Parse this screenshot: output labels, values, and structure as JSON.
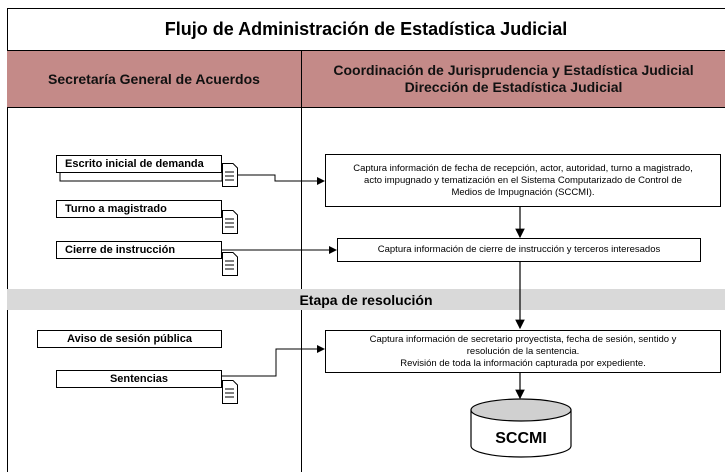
{
  "title": "Flujo de Administración de Estadística Judicial",
  "lanes": {
    "left": "Secretaría General de Acuerdos",
    "right_line1": "Coordinación de Jurisprudencia y Estadística Judicial",
    "right_line2": "Dirección de Estadística Judicial"
  },
  "stage": "Etapa de resolución",
  "documents": {
    "escrito": "Escrito inicial de demanda",
    "turno": "Turno a magistrado",
    "cierre": "Cierre de instrucción",
    "aviso": "Aviso de sesión pública",
    "sentencias": "Sentencias"
  },
  "processes": {
    "p1": {
      "line1": "Captura información de fecha de recepción, actor, autoridad, turno a magistrado,",
      "line2": "acto impugnado y tematización en el Sistema Computarizado de Control de",
      "line3": "Medios de Impugnación (SCCMI)."
    },
    "p2": {
      "line1": "Captura información de cierre de instrucción y terceros interesados"
    },
    "p3": {
      "line1": "Captura información de secretario proyectista, fecha de sesión, sentido y",
      "line2": "resolución de la sentencia.",
      "line3": "Revisión de toda la información capturada por expediente."
    }
  },
  "database": "SCCMI"
}
